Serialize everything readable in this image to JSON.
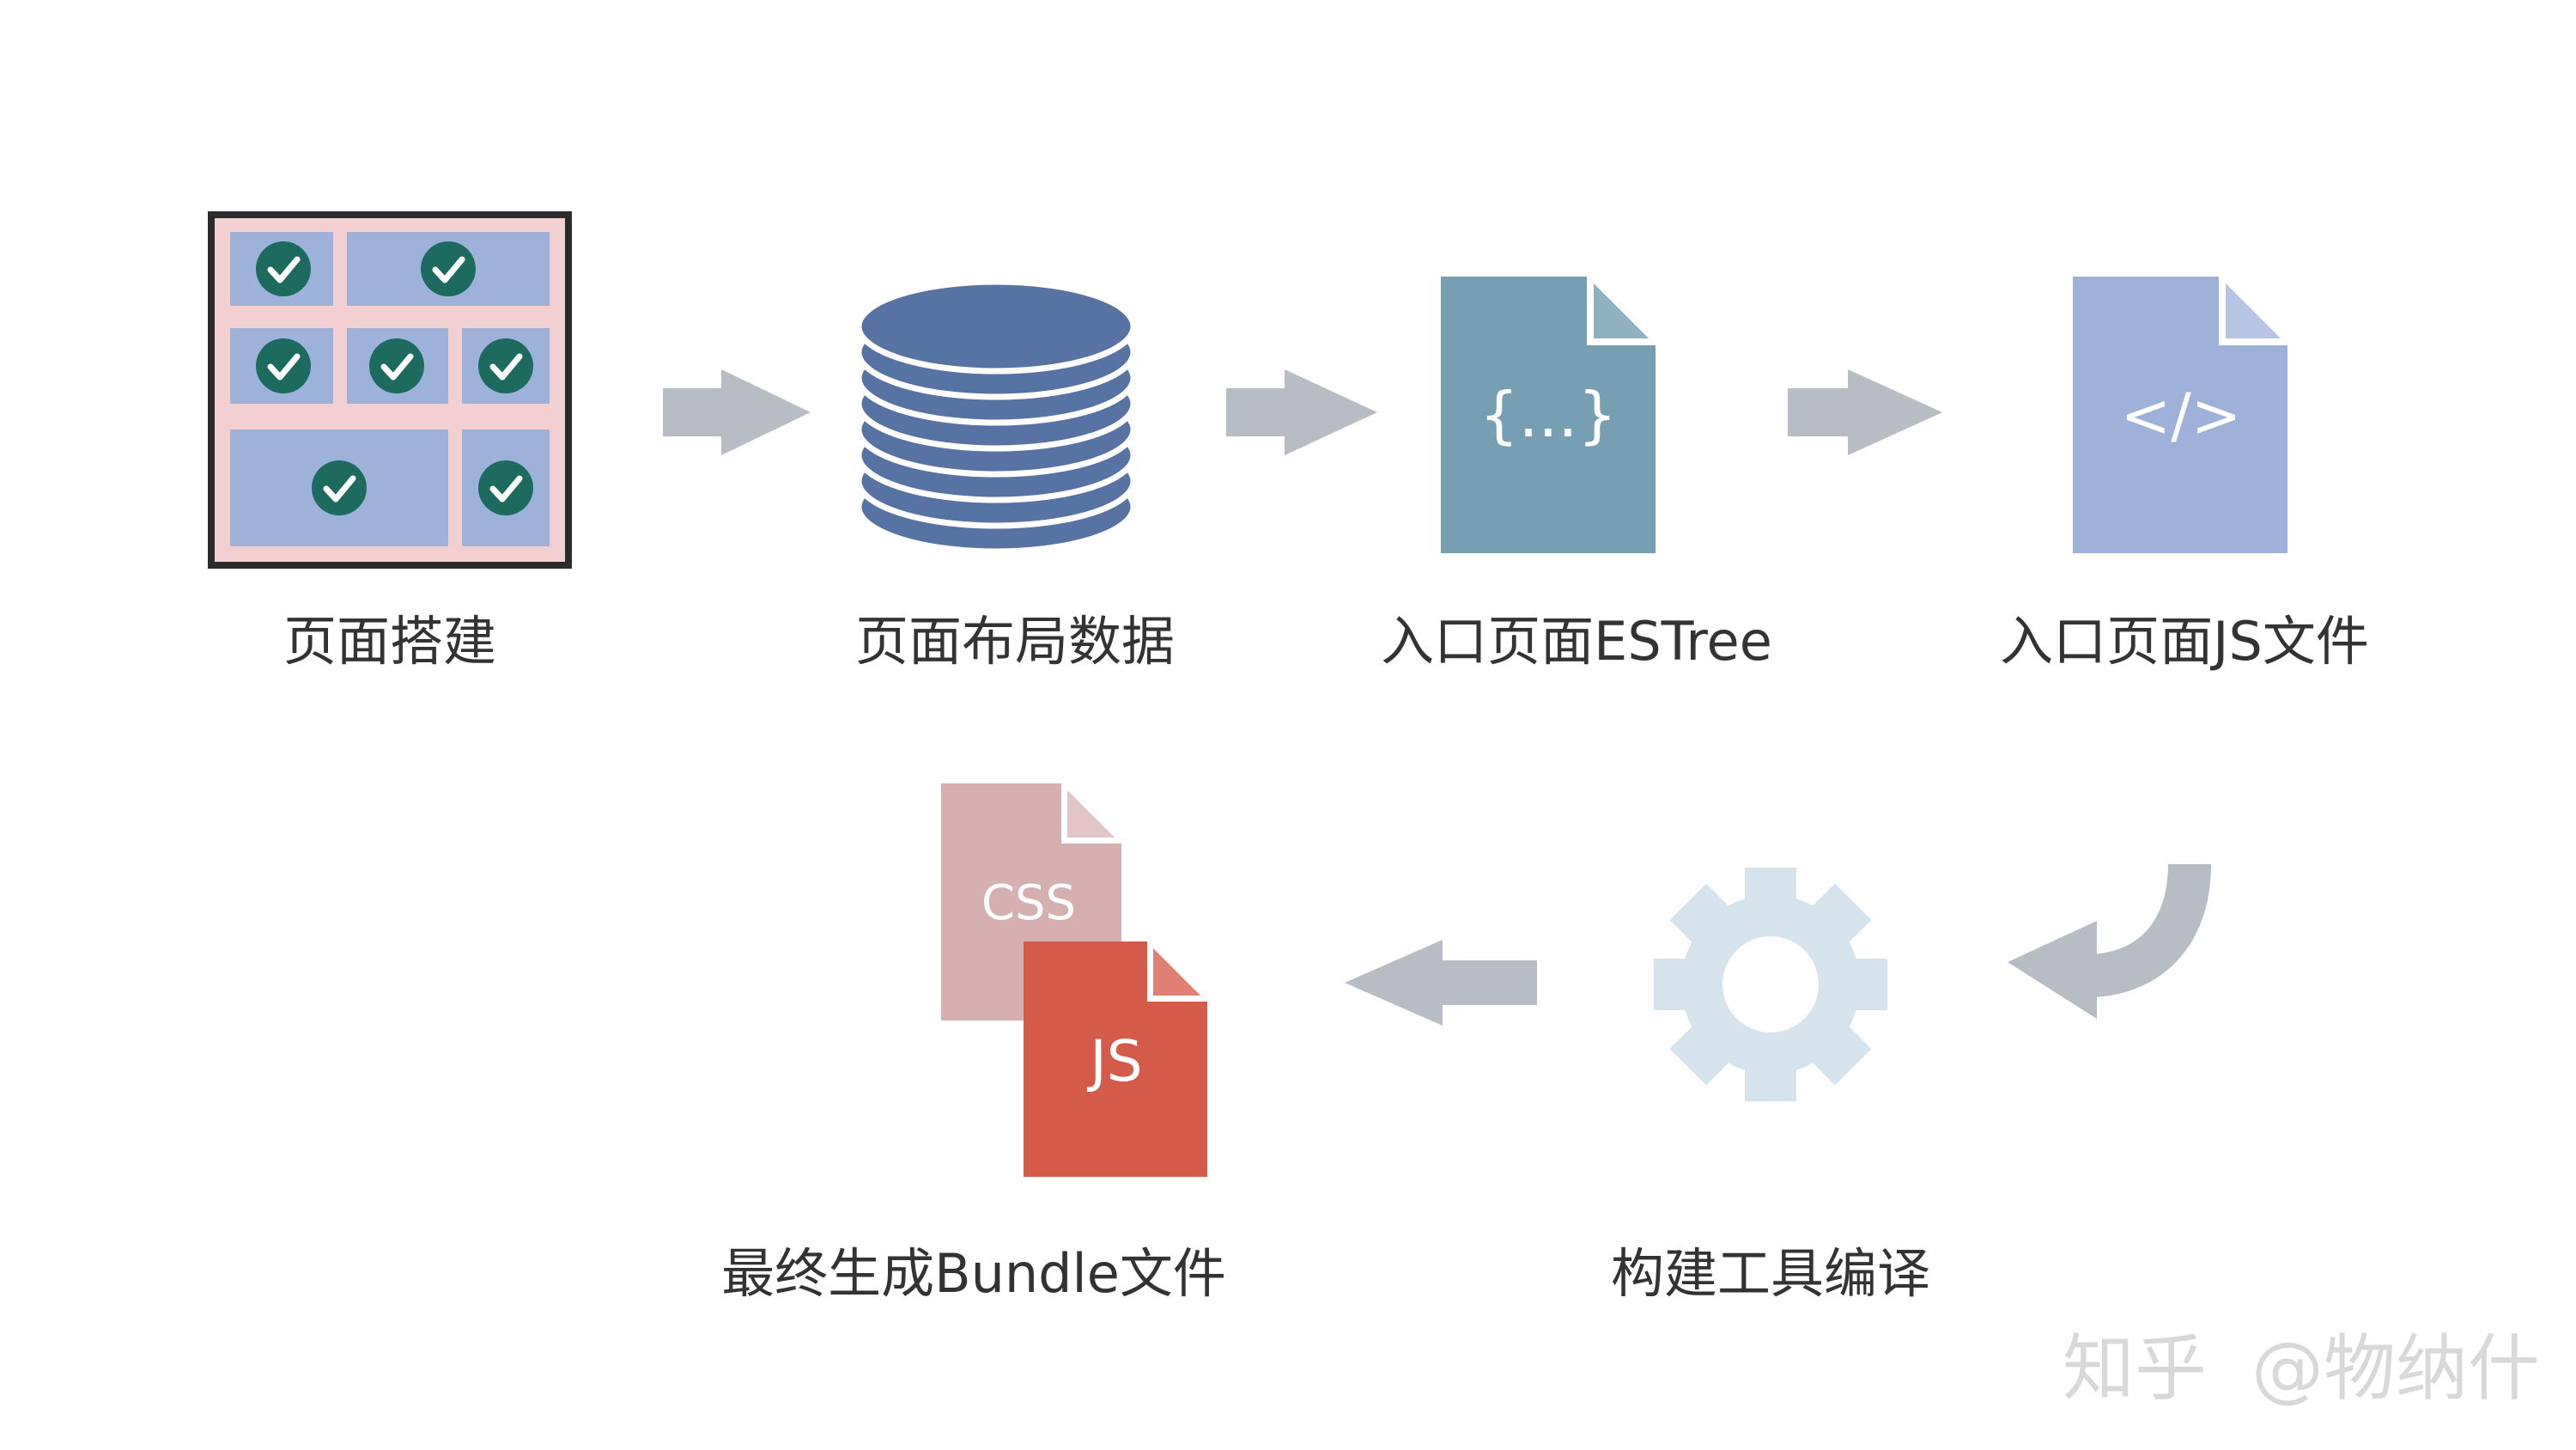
{
  "steps": {
    "page_build": {
      "label": "页面搭建"
    },
    "layout_data": {
      "label": "页面布局数据"
    },
    "entry_estree": {
      "label": "入口页面ESTree",
      "glyph": "{...}"
    },
    "entry_js": {
      "label": "入口页面JS文件",
      "glyph": "</>"
    },
    "build_tool": {
      "label": "构建工具编译"
    },
    "bundle": {
      "label": "最终生成Bundle文件",
      "css_glyph": "CSS",
      "js_glyph": "JS"
    }
  },
  "watermark": {
    "site": "知乎",
    "handle": "@物纳什"
  },
  "colors": {
    "frame": "#2b2b2b",
    "grid_pink": "#f2cfd0",
    "cell_blue": "#9eb2d9",
    "check_green": "#1d6b5f",
    "database": "#5773a3",
    "estree_doc": "#779fb3",
    "js_doc": "#9eb2d9",
    "gear": "#d5e4ec",
    "css_doc": "#d6b0b1",
    "js_bundle_doc": "#d45a4a",
    "arrow": "#b8bcc4",
    "caption": "#333333"
  },
  "icons": {
    "page_build": "layout-grid-icon",
    "layout_data": "database-icon",
    "entry_estree": "braces-file-icon",
    "entry_js": "code-file-icon",
    "build_tool": "gear-icon",
    "bundle": "css-js-files-icon",
    "flow": "arrow-right-icon"
  }
}
